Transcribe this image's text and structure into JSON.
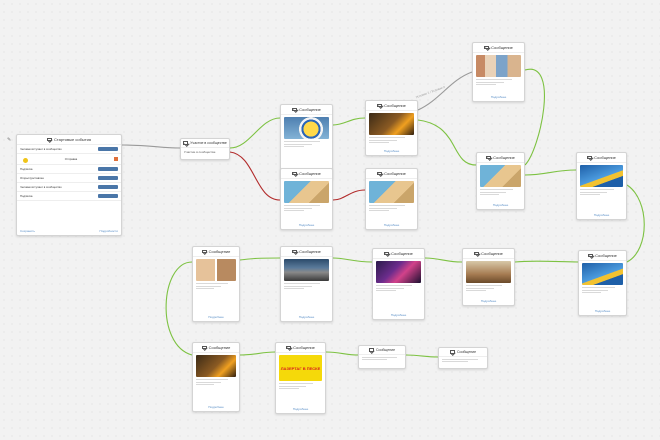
{
  "canvas": {
    "background": "#f2f2f2",
    "edge_green": "#7dc242",
    "edge_red": "#b22b2b",
    "edge_gray": "#9a9a9a"
  },
  "start": {
    "title": "Стартовые события",
    "rows": [
      "Человек вступает в сообщество",
      "Отправка",
      "Подписка",
      "Открыт/доставлен"
    ],
    "footer_left": "Сохранить",
    "footer_right": "Подробности"
  },
  "join_node": {
    "title": "Участие в сообществе",
    "text": "Участие в сообществе"
  },
  "message_title": "Сообщение",
  "more_link": "Подробнее",
  "edge_label": "Условие 1 / Условие 2",
  "cards": [
    {
      "id": "c1",
      "img": "ball"
    },
    {
      "id": "c2",
      "img": "dark"
    },
    {
      "id": "c3",
      "img": "beach"
    },
    {
      "id": "c4",
      "img": "beach"
    },
    {
      "id": "c5",
      "img": "people"
    },
    {
      "id": "c6",
      "img": "beach"
    },
    {
      "id": "c7",
      "img": "blue"
    },
    {
      "id": "c8",
      "img": "blue"
    },
    {
      "id": "c9",
      "img": "court"
    },
    {
      "id": "c10",
      "img": "night"
    },
    {
      "id": "c11",
      "img": "gym"
    },
    {
      "id": "c12",
      "img": "grid"
    },
    {
      "id": "c13",
      "img": "dark"
    },
    {
      "id": "c14",
      "img": "yellow",
      "caption": "ЛАЗЕРТАГ В ПЕСКЕ"
    }
  ],
  "small_nodes": [
    {
      "id": "s1"
    },
    {
      "id": "s2"
    }
  ]
}
